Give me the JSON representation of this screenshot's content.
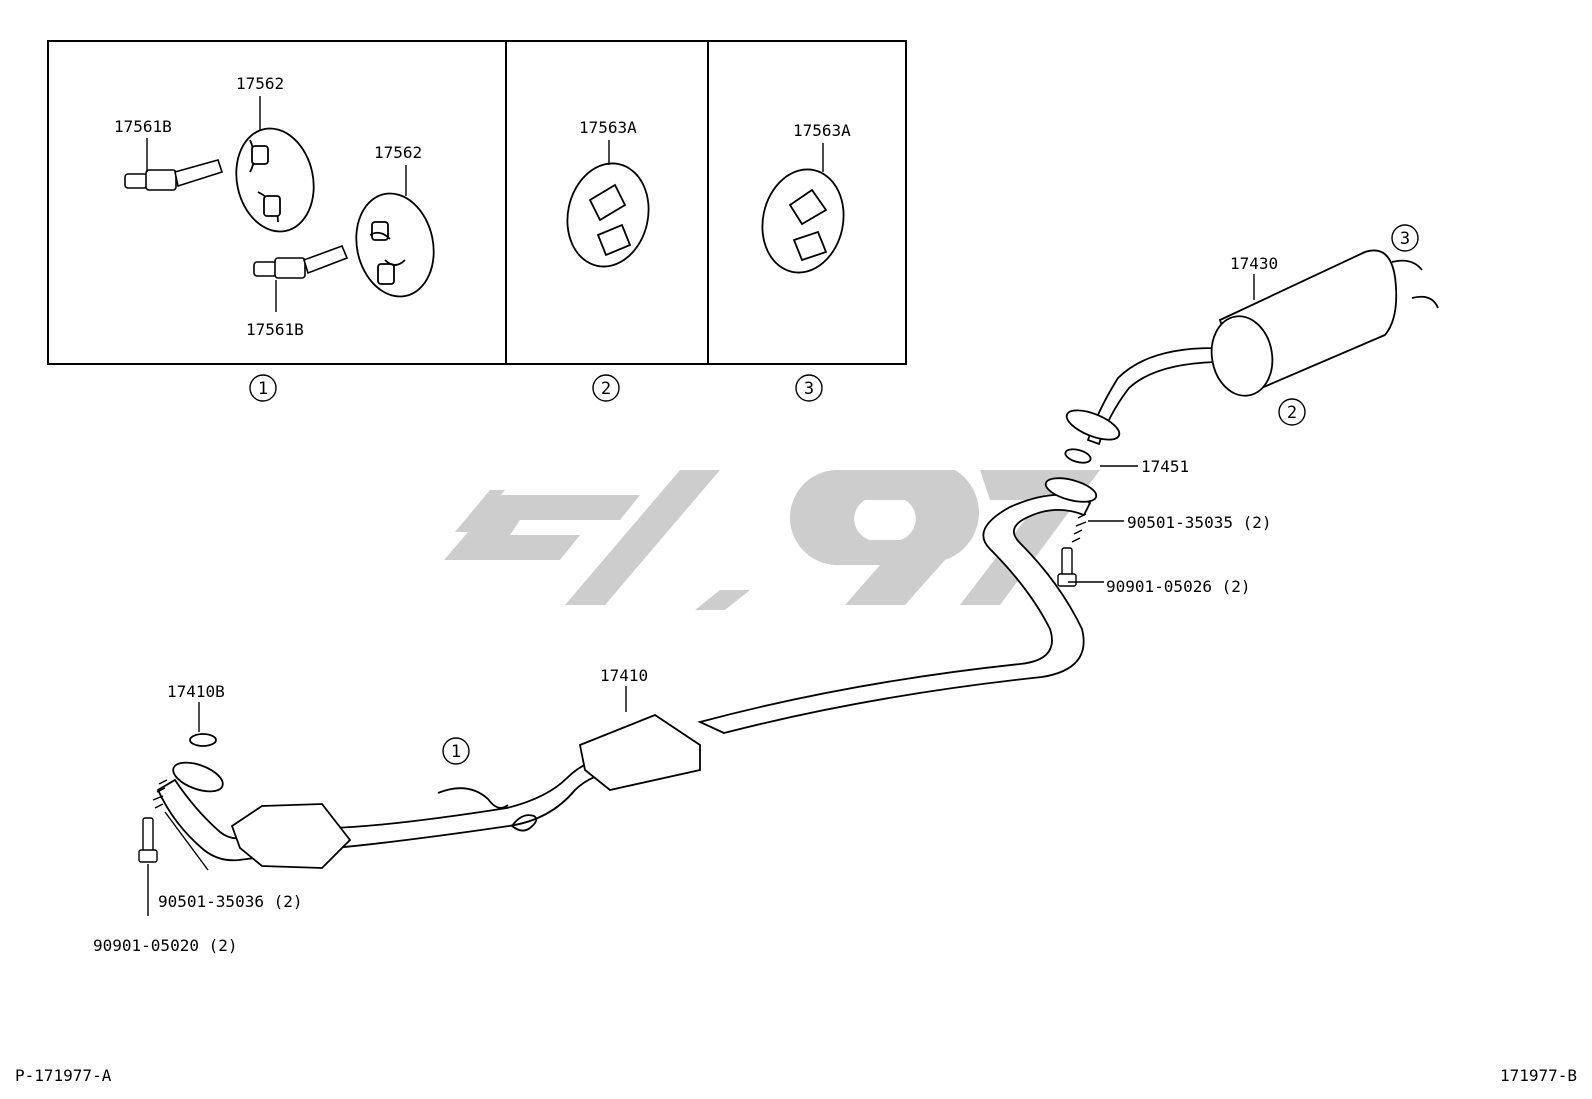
{
  "labels": {
    "p17562_a": "17562",
    "p17561b_a": "17561B",
    "p17562_b": "17562",
    "p17561b_b": "17561B",
    "p17563a_a": "17563A",
    "p17563a_b": "17563A",
    "p17430": "17430",
    "p17451": "17451",
    "p90501_35035": "90501-35035 (2)",
    "p90901_05026": "90901-05026 (2)",
    "p17410": "17410",
    "p17410b": "17410B",
    "p90501_35036": "90501-35036 (2)",
    "p90901_05020": "90901-05020 (2)"
  },
  "callouts": {
    "inset1": "1",
    "inset2": "2",
    "inset3": "3",
    "muffler_front": "2",
    "muffler_rear": "3",
    "center_pipe": "1"
  },
  "footer": {
    "left_code": "P-171977-A",
    "right_code": "171977-B"
  },
  "colors": {
    "line": "#000000",
    "watermark": "#c8c8c8"
  }
}
